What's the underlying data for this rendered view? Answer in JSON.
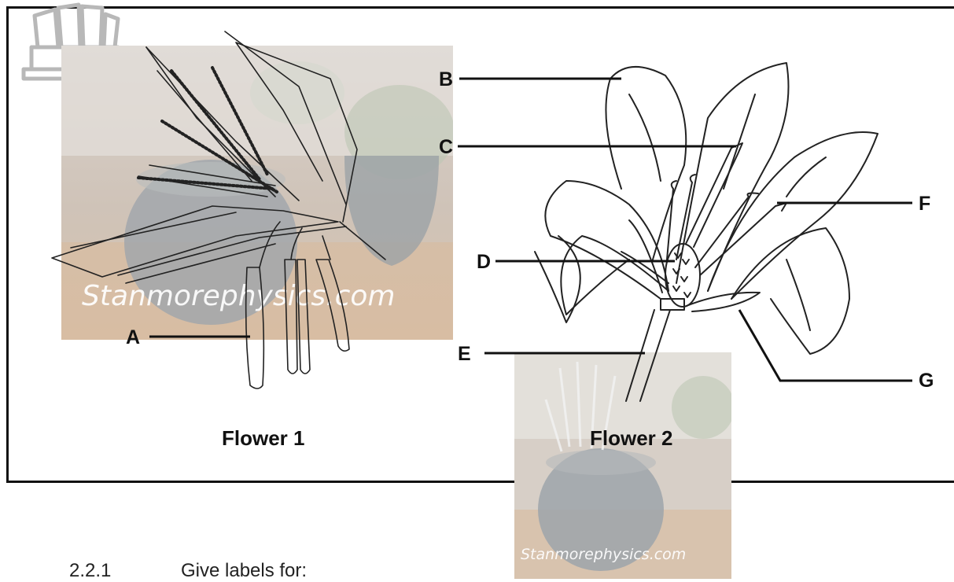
{
  "labels": {
    "a": "A",
    "b": "B",
    "c": "C",
    "d": "D",
    "e": "E",
    "f": "F",
    "g": "G"
  },
  "captions": {
    "flower1": "Flower 1",
    "flower2": "Flower 2"
  },
  "watermarks": {
    "left": "Stanmorephysics.com",
    "right": "Stanmorephysics.com"
  },
  "question": {
    "number": "2.2.1",
    "text": "Give labels for:"
  },
  "colors": {
    "line": "#111111",
    "photo_tint": "#c9bfb4"
  }
}
